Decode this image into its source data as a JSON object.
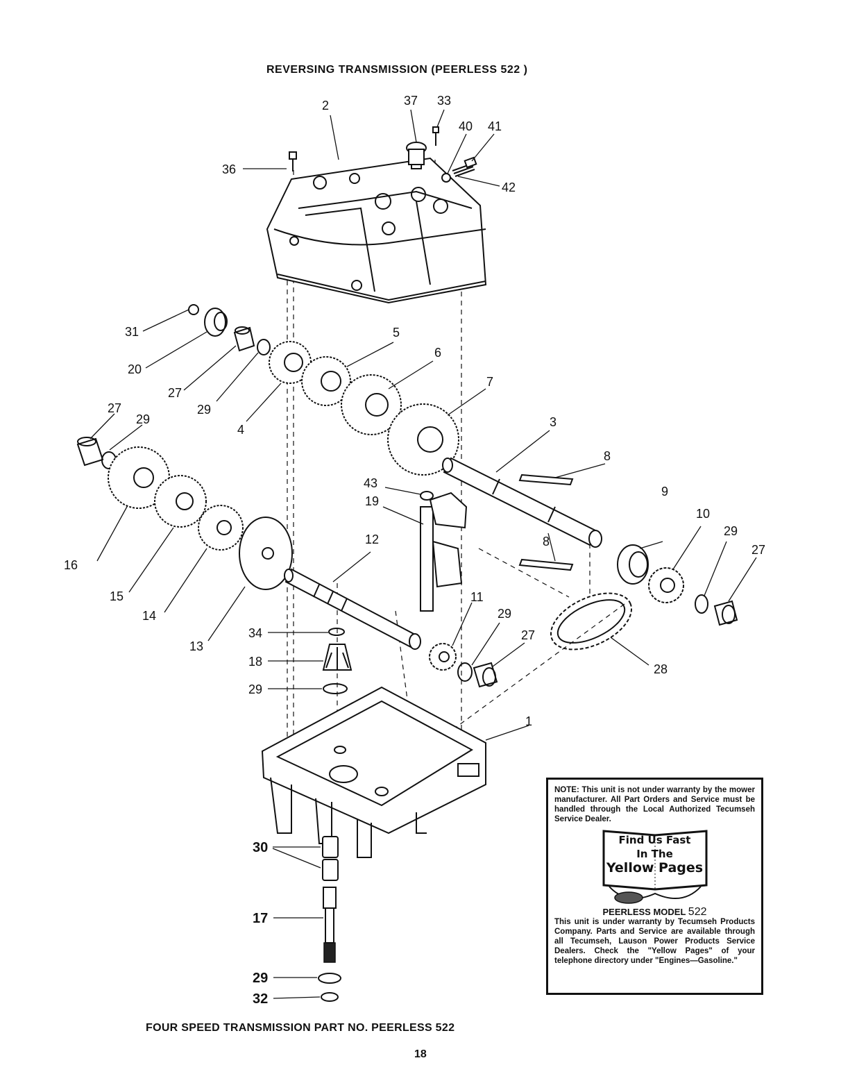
{
  "header": {
    "title": "REVERSING TRANSMISSION (PEERLESS 522 )"
  },
  "footer": {
    "title": "FOUR SPEED TRANSMISSION PART NO. PEERLESS 522",
    "page_number": "18"
  },
  "callouts": {
    "c1": "1",
    "c2": "2",
    "c3": "3",
    "c4": "4",
    "c5": "5",
    "c6": "6",
    "c7": "7",
    "c8a": "8",
    "c8b": "8",
    "c9": "9",
    "c10": "10",
    "c11": "11",
    "c12": "12",
    "c13": "13",
    "c14": "14",
    "c15": "15",
    "c16": "16",
    "c17": "17",
    "c18": "18",
    "c19": "19",
    "c20": "20",
    "c27a": "27",
    "c27b": "27",
    "c27c": "27",
    "c27d": "27",
    "c28": "28",
    "c29a": "29",
    "c29b": "29",
    "c29c": "29",
    "c29d": "29",
    "c29e": "29",
    "c29f": "29",
    "c30": "30",
    "c31": "31",
    "c32": "32",
    "c33": "33",
    "c34": "34",
    "c36": "36",
    "c37": "37",
    "c40": "40",
    "c41": "41",
    "c42": "42",
    "c43": "43"
  },
  "note_box": {
    "top_note": "NOTE: This unit is not under warranty by the mower manufacturer. All Part Orders and Service must be handled through the Local Authorized Tecumseh Service Dealer.",
    "yellow_pages_line1": "Find Us Fast",
    "yellow_pages_line2": "In The",
    "yellow_pages_line3": "Yellow Pages",
    "model_label": "PEERLESS MODEL",
    "model_number": "522",
    "bottom_note": "This unit is under warranty by Tecumseh Products Company. Parts and Service are available through all Tecumseh, Lauson Power Products Service Dealers. Check the \"Yellow Pages\" of your telephone directory under \"Engines—Gasoline.\""
  }
}
